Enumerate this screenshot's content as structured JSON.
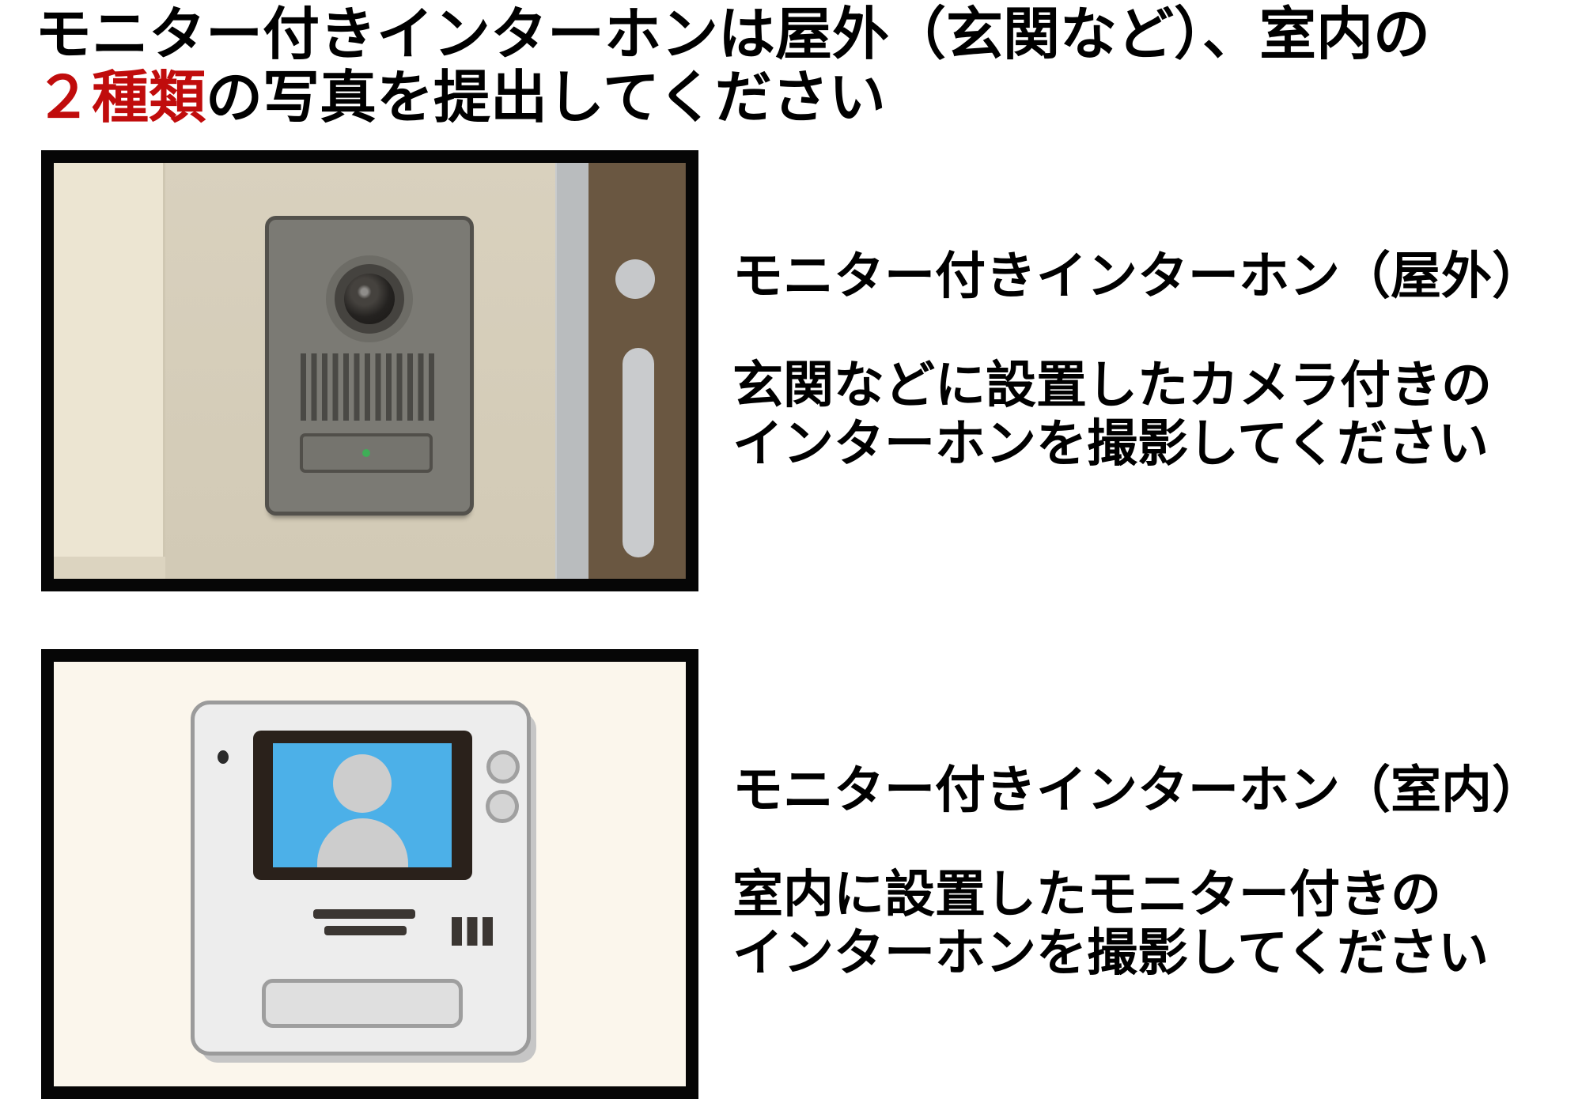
{
  "title": {
    "line1": "モニター付きインターホンは屋外（玄関など）、室内の",
    "line2_emphasis": "２種類",
    "line2_rest": "の写真を提出してください"
  },
  "sections": [
    {
      "heading": "モニター付きインターホン（屋外）",
      "body_line1": "玄関などに設置したカメラ付きの",
      "body_line2": "インターホンを撮影してください",
      "illustration": "outdoor-camera-intercom-on-wall-beside-brown-door"
    },
    {
      "heading": "モニター付きインターホン（室内）",
      "body_line1": "室内に設置したモニター付きの",
      "body_line2": "インターホンを撮影してください",
      "illustration": "indoor-monitor-intercom-with-visitor-on-screen"
    }
  ],
  "colors": {
    "emphasis_red": "#c00c0c",
    "text_black": "#000000",
    "photo_frame_border": "#060606",
    "outdoor_wall_beige": "#d6ceba",
    "door_brown": "#6a5741",
    "intercom_body_gray": "#7b7a74",
    "call_led_green": "#3fae57",
    "indoor_background_cream": "#fbf6ec",
    "monitor_body_gray": "#ededed",
    "screen_blue": "#4cb0e8",
    "silhouette_gray": "#cdcdcd"
  }
}
